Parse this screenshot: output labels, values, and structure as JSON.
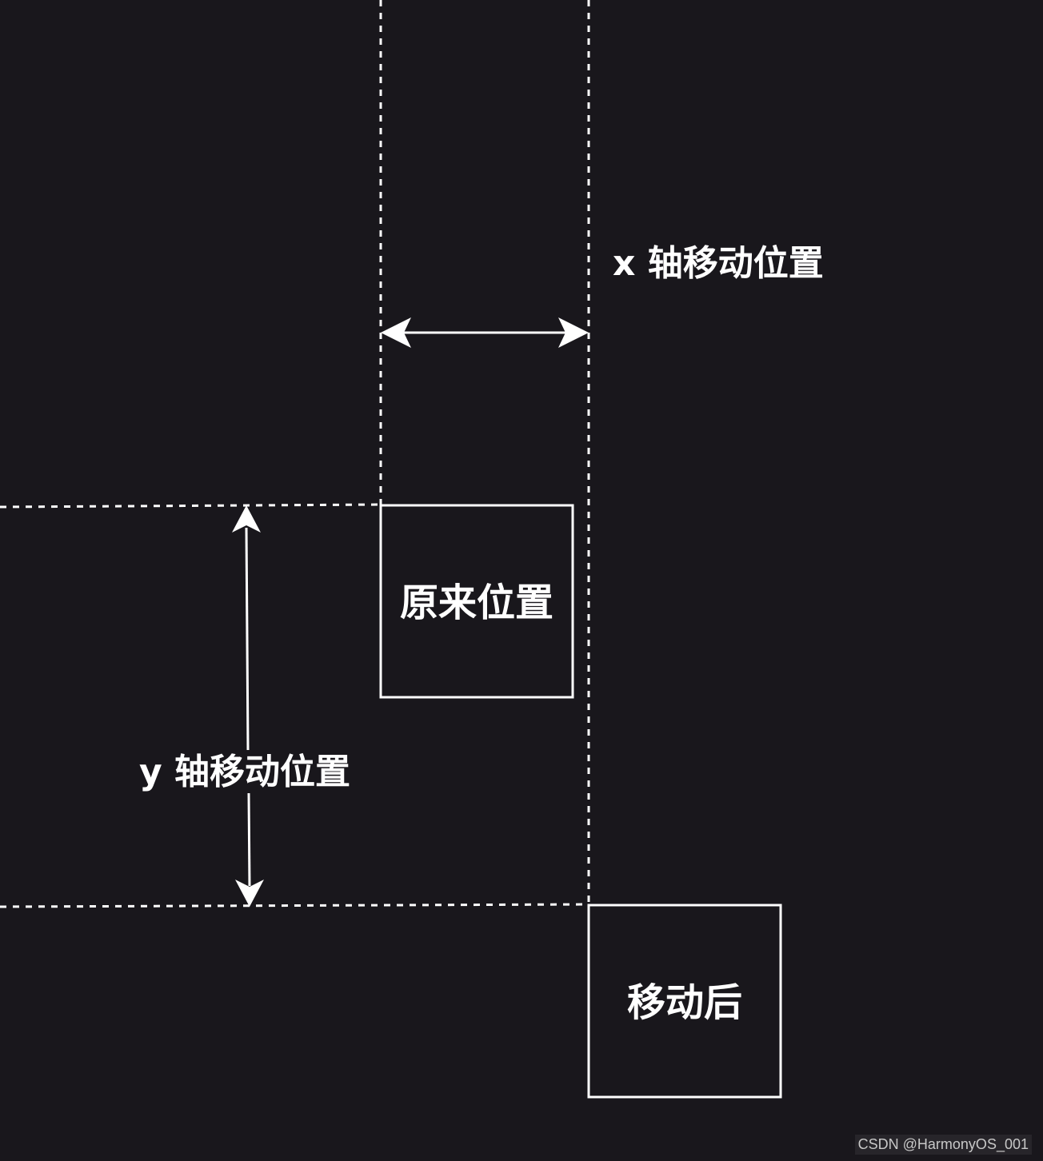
{
  "labels": {
    "x_move": "x 轴移动位置",
    "y_move": "y 轴移动位置",
    "original": "原来位置",
    "moved": "移动后"
  },
  "watermark": "CSDN @HarmonyOS_001",
  "colors": {
    "background": "#19171c",
    "stroke": "#ffffff"
  }
}
